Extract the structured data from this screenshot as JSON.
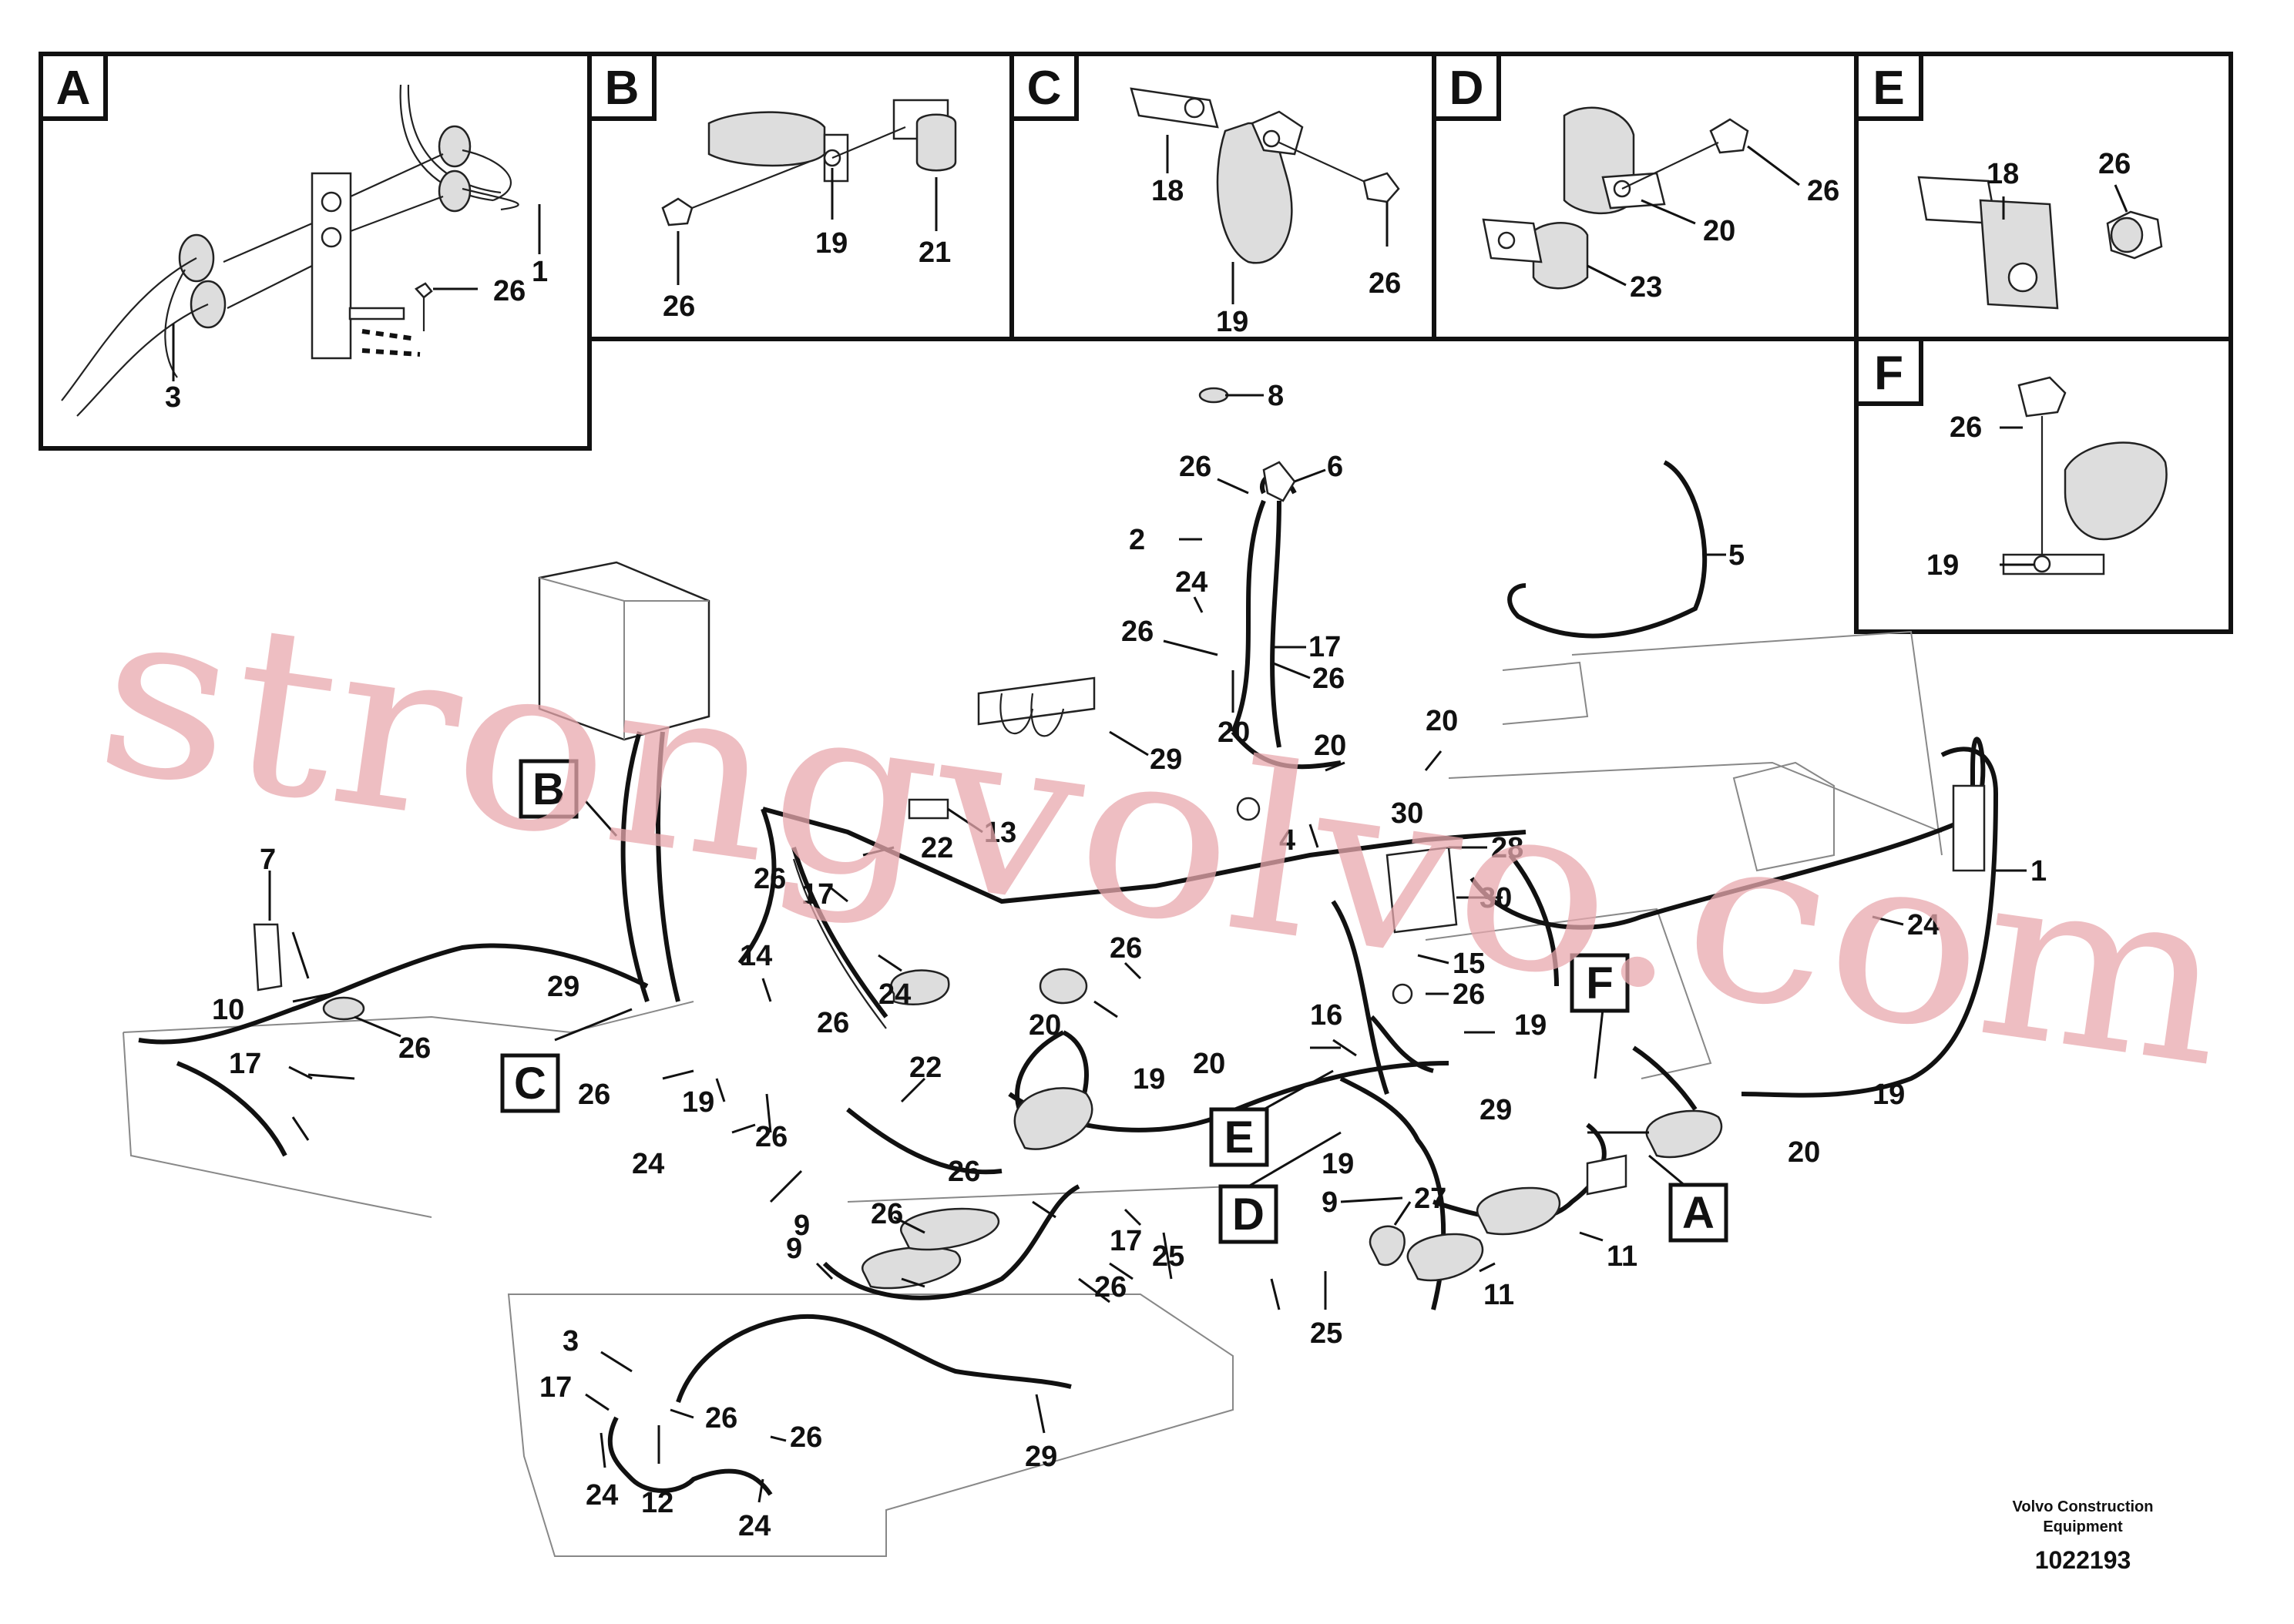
{
  "detail_panels": [
    {
      "letter": "A",
      "labels": [
        "26",
        "1",
        "3"
      ]
    },
    {
      "letter": "B",
      "labels": [
        "19",
        "21",
        "26"
      ]
    },
    {
      "letter": "C",
      "labels": [
        "18",
        "19",
        "26"
      ]
    },
    {
      "letter": "D",
      "labels": [
        "26",
        "20",
        "23"
      ]
    },
    {
      "letter": "E",
      "labels": [
        "18",
        "26"
      ]
    },
    {
      "letter": "F",
      "labels": [
        "26",
        "19"
      ]
    }
  ],
  "main_callouts": {
    "letters": [
      "B",
      "C",
      "F",
      "E",
      "D",
      "A"
    ],
    "numbers": [
      "8",
      "26",
      "6",
      "2",
      "5",
      "24",
      "26",
      "17",
      "26",
      "20",
      "29",
      "20",
      "20",
      "13",
      "30",
      "28",
      "4",
      "30",
      "22",
      "26",
      "17",
      "7",
      "1",
      "24",
      "15",
      "26",
      "14",
      "29",
      "24",
      "26",
      "10",
      "26",
      "17",
      "26",
      "16",
      "20",
      "20",
      "19",
      "19",
      "26",
      "22",
      "19",
      "24",
      "26",
      "29",
      "19",
      "9",
      "20",
      "26",
      "19",
      "27",
      "9",
      "26",
      "17",
      "9",
      "11",
      "25",
      "11",
      "26",
      "25",
      "3",
      "17",
      "26",
      "26",
      "29",
      "24",
      "12",
      "24"
    ]
  },
  "watermark": "strongvolvo.com",
  "footer": {
    "company_line1": "Volvo Construction",
    "company_line2": "Equipment",
    "drawing_number": "1022193"
  }
}
